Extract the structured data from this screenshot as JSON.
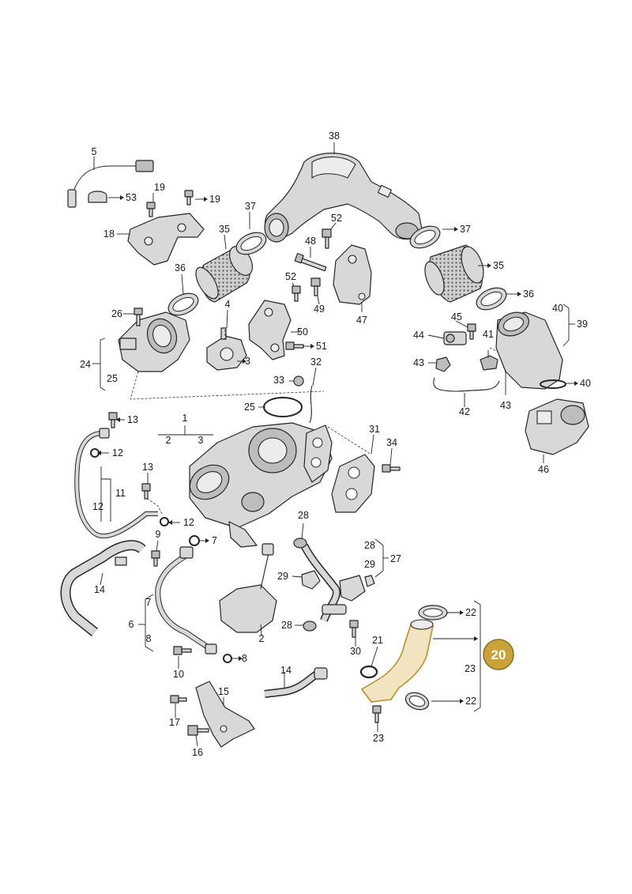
{
  "labels": {
    "l1": "1",
    "l2": "2",
    "l2b": "2",
    "l3": "3",
    "l3b": "3",
    "l4": "4",
    "l5": "5",
    "l6": "6",
    "l7": "7",
    "l7b": "7",
    "l8": "8",
    "l8b": "8",
    "l9": "9",
    "l10": "10",
    "l11": "11",
    "l12a": "12",
    "l12b": "12",
    "l12c": "12",
    "l13a": "13",
    "l13b": "13",
    "l14a": "14",
    "l14b": "14",
    "l15": "15",
    "l16": "16",
    "l17": "17",
    "l18": "18",
    "l19a": "19",
    "l19b": "19",
    "l21": "21",
    "l22a": "22",
    "l22b": "22",
    "l23a": "23",
    "l23b": "23",
    "l24": "24",
    "l25a": "25",
    "l25b": "25",
    "l26": "26",
    "l27": "27",
    "l28a": "28",
    "l28b": "28",
    "l28c": "28",
    "l29a": "29",
    "l29b": "29",
    "l30": "30",
    "l31": "31",
    "l32": "32",
    "l33": "33",
    "l34": "34",
    "l35a": "35",
    "l35b": "35",
    "l36a": "36",
    "l36b": "36",
    "l37a": "37",
    "l37b": "37",
    "l38": "38",
    "l39": "39",
    "l40a": "40",
    "l40b": "40",
    "l41": "41",
    "l42": "42",
    "l43a": "43",
    "l43b": "43",
    "l44": "44",
    "l45": "45",
    "l46": "46",
    "l47": "47",
    "l48": "48",
    "l49": "49",
    "l50": "50",
    "l51": "51",
    "l52a": "52",
    "l52b": "52",
    "l53": "53"
  },
  "badge": {
    "text": "20",
    "color": "#c9a33a"
  },
  "colors": {
    "highlight_fill": "#f2e4c0",
    "highlight_stroke": "#b98f2a"
  }
}
